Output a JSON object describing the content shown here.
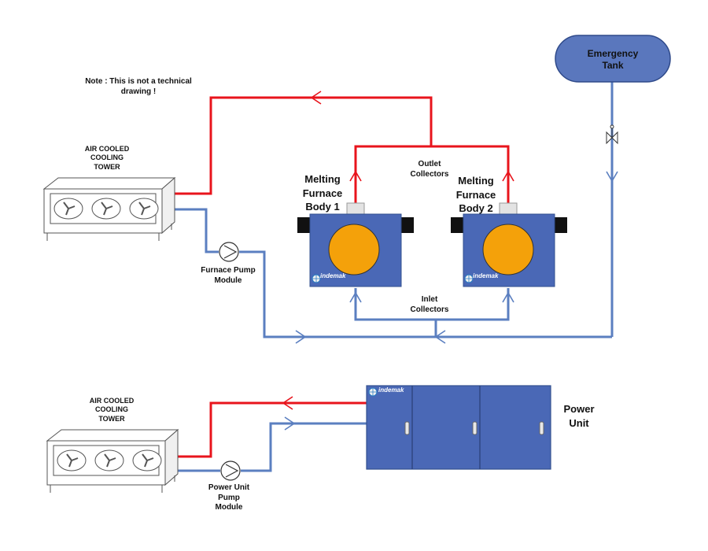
{
  "note": "Note : This is not a technical drawing !",
  "tower_top": "AIR COOLED COOLING TOWER",
  "tower_bottom": "AIR COOLED COOLING TOWER",
  "furnace_pump": "Furnace Pump Module",
  "power_pump": "Power Unit Pump Module",
  "furnace1": "Melting Furnace Body 1",
  "furnace2": "Melting Furnace Body 2",
  "outlet": "Outlet Collectors",
  "inlet": "Inlet Collectors",
  "emergency_tank": "Emergency Tank",
  "power_unit": "Power Unit",
  "brand": "indemak",
  "colors": {
    "hot_line": "#e8141c",
    "cold_line": "#5b7fc0",
    "unit_blue": "#4a68b6",
    "furnace_orange": "#f4a10a",
    "tank_blue": "#5a77bd"
  }
}
